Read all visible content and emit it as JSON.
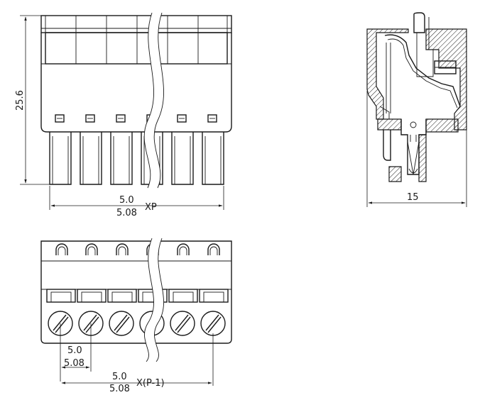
{
  "front_view": {
    "height_label": "25.6",
    "pitch_a": "5.0",
    "pitch_b": "5.08",
    "span_suffix": "XP"
  },
  "side_view": {
    "depth_label": "15"
  },
  "top_view": {
    "pitch_a": "5.0",
    "pitch_b": "5.08",
    "span_a": "5.0",
    "span_b": "5.08",
    "span_suffix": "X(P-1)"
  }
}
